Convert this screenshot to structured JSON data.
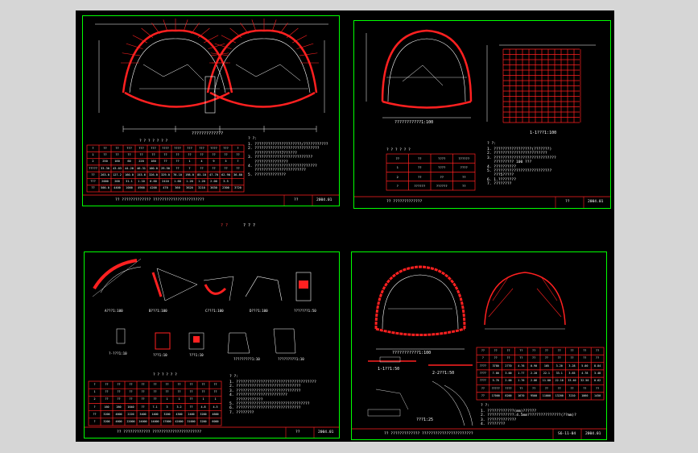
{
  "center_label": {
    "left": "? ?",
    "right": "? ? ?"
  },
  "sheets": [
    {
      "title": "??   ?????????????     ???????????????????????",
      "drawing_no": "??",
      "date": "2004.01",
      "section_label": "?????????????",
      "notes_heading": "? ?:",
      "notes": [
        "1. ?????????????????????/???????????",
        "2. ?????????????????????????????",
        "   ????????????7??????",
        "3. ??????????????????????????",
        "   ???????????????",
        "4. ????????????????????????????",
        "   ???????????????????????",
        "5. ??????????????"
      ],
      "table_title": "? ? ? ? ? ? ?",
      "table": [
        [
          "?",
          "??",
          "??",
          "???",
          "???",
          "???",
          "????",
          "????",
          "???",
          "???",
          "????",
          "???",
          "?"
        ],
        [
          "1",
          "??",
          "??",
          "??",
          "??",
          "??",
          "??",
          "??",
          "??",
          "??",
          "??",
          "??",
          "??"
        ],
        [
          "2",
          "250",
          "160",
          "60",
          "220",
          "160",
          "??",
          "??",
          "1",
          "4",
          "9",
          "3",
          "7"
        ],
        [
          "?????",
          "33.30",
          "43.03",
          "44.20",
          "46.31",
          "100.0",
          "29.50",
          "??",
          "7",
          "??",
          "??",
          "??",
          "??"
        ],
        [
          "??",
          "263.0",
          "127.2",
          "160.0",
          "153.6",
          "326.0",
          "329.0",
          "76.10",
          "198.0",
          "85.10",
          "47.70",
          "62.90",
          "36.80"
        ],
        [
          "???",
          "2000",
          "200",
          "31.1",
          "1.10",
          "0.60",
          "2410",
          "1.60",
          "1.20",
          "1.20",
          "2.00",
          "3.5",
          ""
        ],
        [
          "??",
          "500.0",
          "4400",
          "1000",
          "4900",
          "4200",
          "470",
          "360",
          "3620",
          "3210",
          "3630",
          "2300",
          "3720"
        ]
      ]
    },
    {
      "title": "??   ?????????????",
      "drawing_no": "??",
      "date": "2004.01",
      "section_label": "???????????1:100",
      "grid_label": "1-1???1:100",
      "notes_heading": "? ?:",
      "notes": [
        "1. ?????????????????(???????)",
        "2. ????????????????????????",
        "3. ????????????????????????????",
        "   ????????? 100 ???",
        "4. ??????????",
        "5. ??????????????????????????",
        "   ???5?????",
        "6. 1.????????",
        "7. ????????"
      ],
      "table_title": "? ? ? ? ? ?",
      "table": [
        [
          "??",
          "??",
          "????",
          "??????"
        ],
        [
          "1",
          "??",
          "????",
          "????"
        ],
        [
          "2",
          "??",
          "??",
          "??"
        ],
        [
          "?",
          "??????",
          "??????",
          "??"
        ]
      ]
    },
    {
      "title": "??   ????????????     ??????????????????????",
      "drawing_no": "??",
      "date": "2004.01",
      "detail_labels": [
        "A???1:100",
        "B???1:100",
        "C???1:100",
        "D???1:100",
        "???????1:50",
        "?-???1:10",
        "???1:10",
        "???1:10",
        "?????????1:10",
        "?????????1:10"
      ],
      "notes_heading": "? ?:",
      "notes": [
        "1. ????????????????????????????????????",
        "2. ?????????????????????????????",
        "3. ?????????????????????????????",
        "4. ???????????????????????",
        "   ????????????",
        "5. ?????????????????????????????????",
        "6. ?????????????????????????????",
        "7. ????????"
      ],
      "table_title": "? ? ? ? ? ?",
      "table": [
        [
          "?",
          "??",
          "??",
          "??",
          "??",
          "??",
          "??",
          "??",
          "??",
          "??",
          "??"
        ],
        [
          "1",
          "??",
          "??",
          "??",
          "??",
          "??",
          "??",
          "??",
          "??",
          "??",
          "??"
        ],
        [
          "2",
          "??",
          "??",
          "??",
          "??",
          "??",
          "1",
          "1",
          "??",
          "1",
          "1"
        ],
        [
          "?",
          "160",
          "260",
          "1640",
          "??",
          "7.1",
          "3",
          "3.2",
          "??",
          "4.8",
          "4.5"
        ],
        [
          "??",
          "3200",
          "4600",
          "2220",
          "3400",
          "1400",
          "3200",
          "4300",
          "2400",
          "3200",
          "4600"
        ],
        [
          "?",
          "3200",
          "4600",
          "22000",
          "24000",
          "14000",
          "17000",
          "42000",
          "31000",
          "3200",
          "6000"
        ]
      ]
    },
    {
      "title": "??   ?????????????     ???????????????????????",
      "drawing_no": "S6-11-04",
      "date": "2004.01",
      "section_label": "???????????1:100",
      "section2_label": "1-1??1:50",
      "section3_label": "2-2??1:50",
      "section4_label": "???1:25",
      "notes_heading": "? ?:",
      "notes": [
        "1. ????????????(mm)??????",
        "2. ????????????:4.5mm???????????????(??mm)?",
        "3. ?????????????",
        "4. ????????"
      ],
      "table": [
        [
          "??",
          "??",
          "??",
          "??",
          "??",
          "??",
          "??",
          "??",
          "??",
          "??"
        ],
        [
          "?",
          "??",
          "??",
          "??",
          "??",
          "??",
          "??",
          "??",
          "??",
          "??"
        ],
        [
          "????",
          "3780",
          "2770",
          "4.76",
          "0.90",
          "105",
          "3.20",
          "3.28",
          "5.00",
          "8.84"
        ],
        [
          "????",
          "7.00",
          "3.00",
          "1.77",
          "2.20",
          "22.1",
          "33.1",
          "3.65",
          "4.78",
          "3.48"
        ],
        [
          "????",
          "5.76",
          "2.00",
          "1.76",
          "2.86",
          "11.00",
          "22.10",
          "33.40",
          "32.50",
          "0.62"
        ],
        [
          "??",
          "?????",
          "????",
          "??",
          "??",
          "??",
          "??",
          "??",
          "??",
          "??"
        ],
        [
          "??",
          "17000",
          "8200",
          "1670",
          "9500",
          "11000",
          "13200",
          "3210",
          "1060",
          "1450"
        ]
      ]
    }
  ],
  "colors": {
    "frame": "#00ff00",
    "rebar": "#ff2020",
    "line": "#ffffff",
    "bg": "#000000"
  }
}
